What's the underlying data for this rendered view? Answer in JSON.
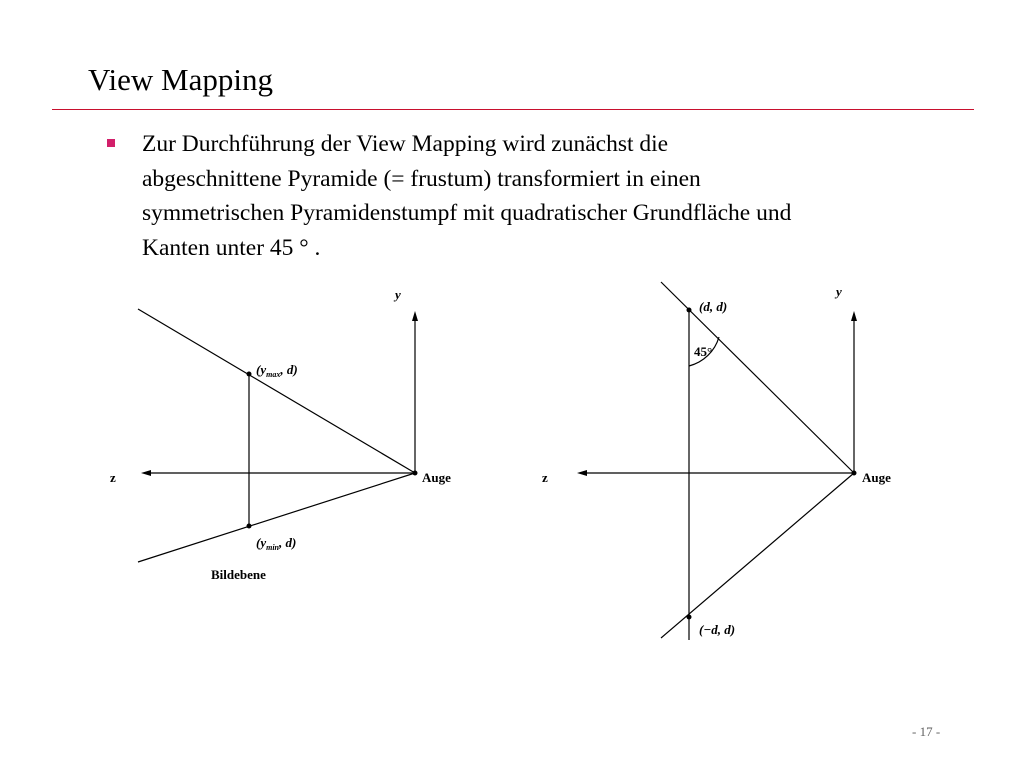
{
  "slide": {
    "title": "View Mapping",
    "bullet_lines": [
      "Zur Durchführung der View Mapping  wird zunächst die",
      "abgeschnittene Pyramide (= frustum) transformiert in einen",
      "symmetrischen Pyramidenstumpf mit quadratischer Grundfläche und",
      "Kanten unter 45 ° ."
    ],
    "page_number": "- 17 -"
  },
  "diagram_left": {
    "axis_y": "y",
    "axis_z": "z",
    "eye": "Auge",
    "point_top": "(y",
    "point_top_sub": "max",
    "point_top_suffix": ", d)",
    "point_bottom": "(y",
    "point_bottom_sub": "min",
    "point_bottom_suffix": ", d)",
    "plane": "Bildebene"
  },
  "diagram_right": {
    "axis_y": "y",
    "axis_z": "z",
    "eye": "Auge",
    "point_top": "(d, d)",
    "angle": "45°",
    "point_bottom": "(−d, d)"
  }
}
